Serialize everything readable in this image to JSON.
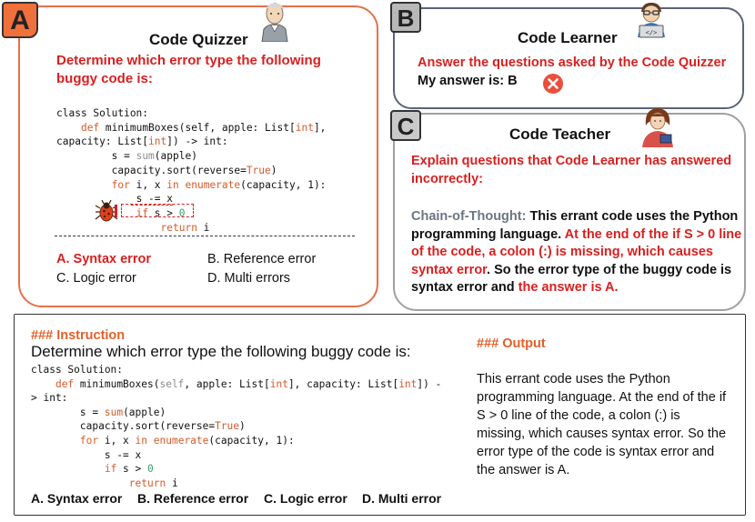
{
  "panel_a": {
    "letter": "A",
    "title": "Code Quizzer",
    "prompt": "Determine which error type the following buggy code is:",
    "code": {
      "l1": "class Solution:",
      "l2_kw": "def",
      "l2_rest_a": " minimumBoxes(self, apple: List[",
      "l2_int": "int",
      "l2_rest_b": "],",
      "l3_a": "capacity: List[",
      "l3_int": "int",
      "l3_b": "]) -> int:",
      "l4_a": "s = ",
      "l4_fn": "sum",
      "l4_b": "(apple)",
      "l5_a": "capacity.sort(reverse=",
      "l5_true": "True",
      "l5_b": ")",
      "l6_for": "for",
      "l6_a": " i, x ",
      "l6_in": "in",
      "l6_b": " ",
      "l6_enum": "enumerate",
      "l6_c": "(capacity, 1):",
      "l7": "s -= x",
      "l8_if": "if",
      "l8_a": " s > ",
      "l8_zero": "0",
      "l9_ret": "return",
      "l9_a": " i"
    },
    "options": {
      "a": "A. Syntax error",
      "b": "B. Reference error",
      "c": "C. Logic error",
      "d": "D. Multi errors"
    }
  },
  "panel_b": {
    "letter": "B",
    "title": "Code Learner",
    "instruction": "Answer the questions asked by the Code Quizzer",
    "answer": "My answer is: B"
  },
  "panel_c": {
    "letter": "C",
    "title": "Code Teacher",
    "instruction": "Explain questions that Code Learner has answered incorrectly:",
    "cot_label": "Chain-of-Thought:",
    "cot_1": " This errant code uses the Python programming language. ",
    "cot_2": "At the end of the if S > 0 line of the code, a colon (:) is missing, which causes syntax error",
    "cot_3": ". So the error type of the buggy code is syntax error and ",
    "cot_4": "the answer is A."
  },
  "panel_d": {
    "instruction_header": "### Instruction",
    "question": "Determine which error type the following buggy code is:",
    "code": {
      "l1": "class Solution:",
      "l2_kw": "def",
      "l2_a": " minimumBoxes(",
      "l2_self": "self",
      "l2_b": ", apple: List[",
      "l2_int1": "int",
      "l2_c": "], capacity: List[",
      "l2_int2": "int",
      "l2_d": "]) -",
      "l3": "> int:",
      "l4_a": "s = ",
      "l4_fn": "sum",
      "l4_b": "(apple)",
      "l5_a": "capacity.sort(reverse=",
      "l5_true": "True",
      "l5_b": ")",
      "l6_for": "for",
      "l6_a": " i, x ",
      "l6_in": "in",
      "l6_b": " ",
      "l6_enum": "enumerate",
      "l6_c": "(capacity, 1):",
      "l7": "s -= x",
      "l8_if": "if",
      "l8_a": " s > ",
      "l8_zero": "0",
      "l9_ret": "return",
      "l9_a": " i"
    },
    "options": {
      "a": "A. Syntax error",
      "b": "B. Reference error",
      "c": "C. Logic error",
      "d": "D. Multi error"
    },
    "output_header": "### Output",
    "output_text": "This errant code uses the Python programming language. At the end of the if S > 0 line of the code, a colon (:) is missing, which causes syntax error. So the error type of the code is syntax error and the answer is A."
  },
  "icons": {
    "quizzer": "professor-avatar-icon",
    "learner": "student-laptop-icon",
    "wrong": "wrong-answer-x-icon",
    "bug": "bug-icon",
    "teacher": "teacher-avatar-icon"
  },
  "colors": {
    "accent_red": "#d82020",
    "panel_a_border": "#e8704a",
    "panel_b_border": "#5a6478",
    "keyword": "#d65a2a",
    "number": "#3aa06e"
  }
}
